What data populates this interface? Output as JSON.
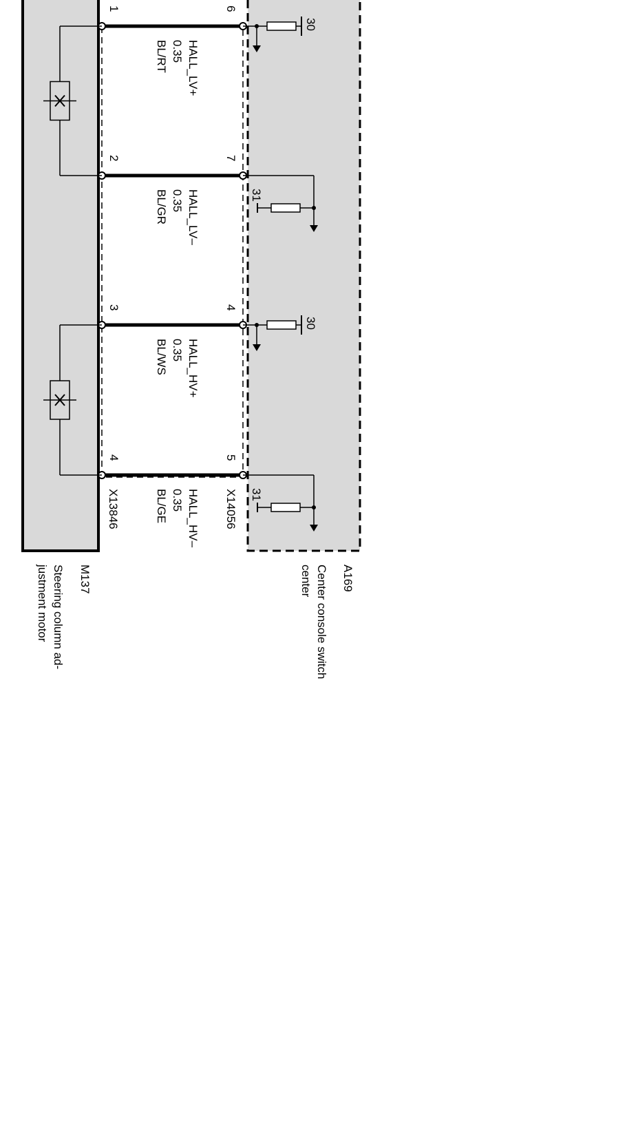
{
  "left_module": {
    "code": "M137",
    "name_lines": [
      "Steering column ad-",
      "justment motor"
    ],
    "connector": "X13846"
  },
  "right_module": {
    "code": "A169",
    "name_lines": [
      "Center console switch",
      "center"
    ],
    "connector": "X14056"
  },
  "wires": [
    {
      "signal": "HALL_LV+",
      "gauge": "0.35",
      "color_code": "BL/RT",
      "left_pin": "1",
      "right_pin": "6",
      "supply": "30"
    },
    {
      "signal": "HALL_LV–",
      "gauge": "0.35",
      "color_code": "BL/GR",
      "left_pin": "2",
      "right_pin": "7",
      "supply": "31"
    },
    {
      "signal": "HALL_HV+",
      "gauge": "0.35",
      "color_code": "BL/WS",
      "left_pin": "3",
      "right_pin": "4",
      "supply": "30"
    },
    {
      "signal": "HALL_HV–",
      "gauge": "0.35",
      "color_code": "BL/GE",
      "left_pin": "4",
      "right_pin": "5",
      "supply": "31"
    }
  ],
  "colors": {
    "module_fill": "#d9d9d9",
    "line": "#000000",
    "background": "#ffffff"
  }
}
